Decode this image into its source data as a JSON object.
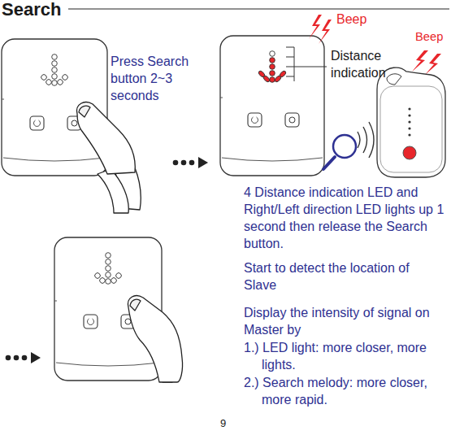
{
  "diagram": {
    "title": "Search",
    "labels": [
      "Press Search button 2~3 seconds",
      "Beep",
      "Beep",
      "Distance indication",
      "4 Distance indication LED and Right/Left direction LED lights up 1 second then release the Search button.",
      "Start to detect the location of Slave",
      "Display the intensity of signal on Master by",
      "1.) LED light: more closer, more lights.",
      "2.) Search melody: more closer, more rapid.",
      "9"
    ]
  }
}
